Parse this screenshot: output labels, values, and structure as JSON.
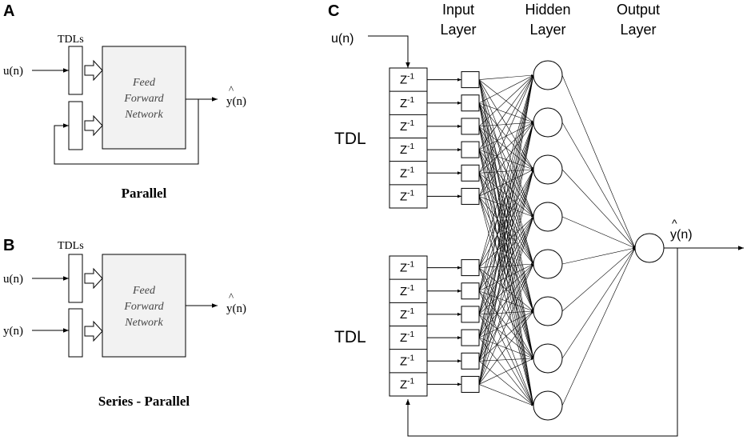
{
  "panels": {
    "A": {
      "letter": "A",
      "tdl_label": "TDLs",
      "input": "u(n)",
      "network": [
        "Feed",
        "Forward",
        "Network"
      ],
      "output": "y(n)",
      "caption": "Parallel"
    },
    "B": {
      "letter": "B",
      "tdl_label": "TDLs",
      "input1": "u(n)",
      "input2": "y(n)",
      "network": [
        "Feed",
        "Forward",
        "Network"
      ],
      "output": "y(n)",
      "caption": "Series - Parallel"
    },
    "C": {
      "letter": "C",
      "input": "u(n)",
      "input_layer": [
        "Input",
        "Layer"
      ],
      "hidden_layer": [
        "Hidden",
        "Layer"
      ],
      "output_layer": [
        "Output",
        "Layer"
      ],
      "tdl_top": "TDL",
      "tdl_bottom": "TDL",
      "delay_base": "Z",
      "delay_exp": "-1",
      "output": "y(n)",
      "hat": "^"
    }
  }
}
